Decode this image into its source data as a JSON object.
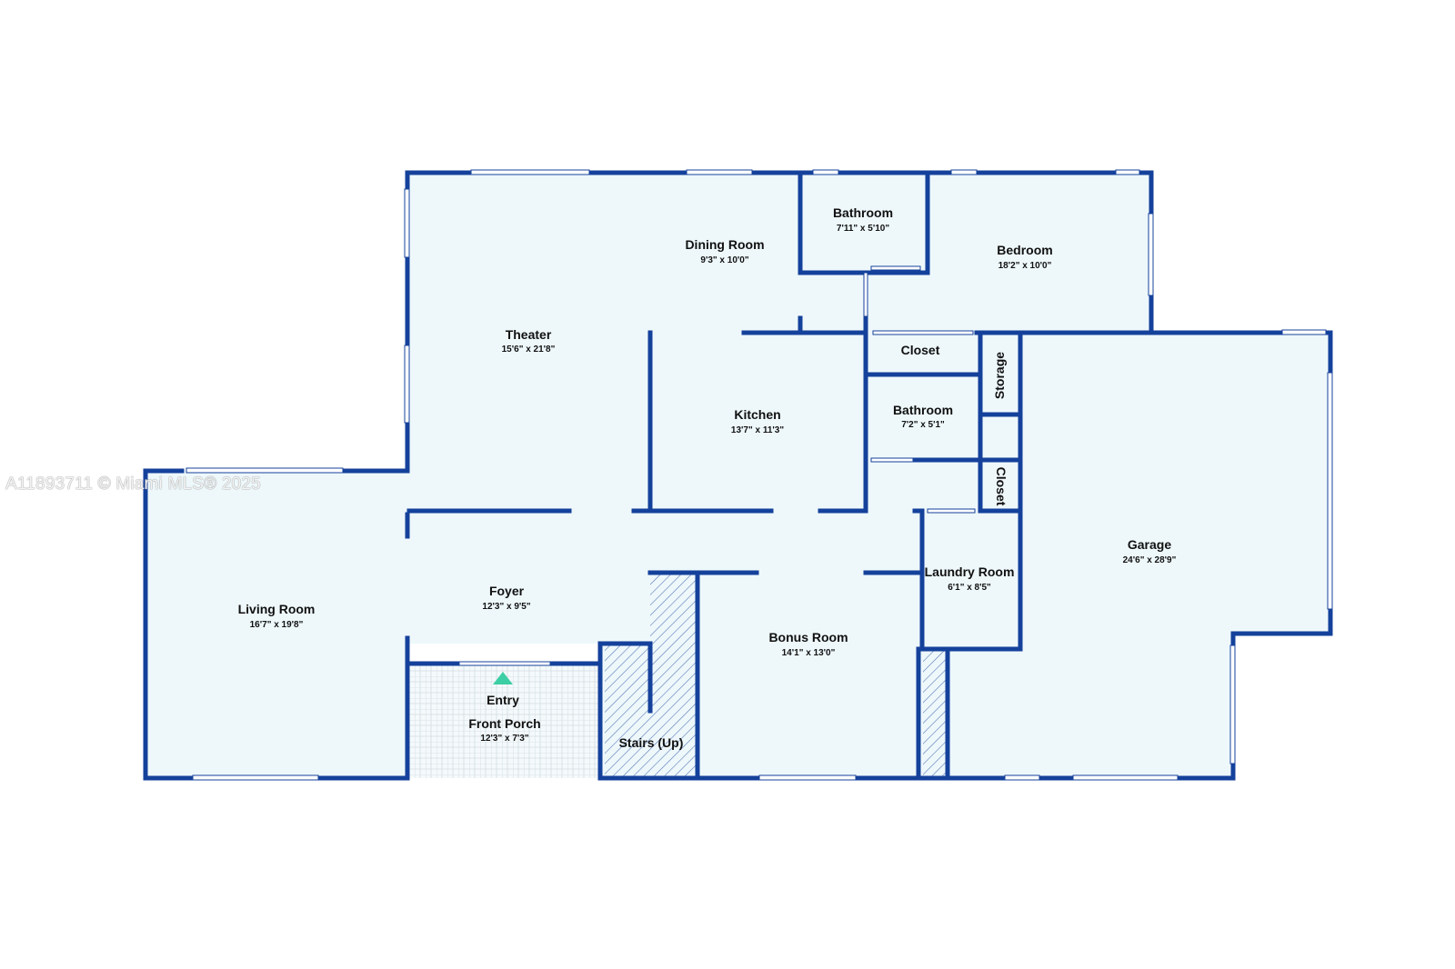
{
  "watermark": "A11893711 © Miami MLS® 2025",
  "colors": {
    "wall": "#14419b",
    "floor": "#eef8fb",
    "window": "#ffffff",
    "entry_marker": "#3ccfa5"
  },
  "rooms": {
    "theater": {
      "name": "Theater",
      "dim": "15'6\" x 21'8\""
    },
    "dining": {
      "name": "Dining Room",
      "dim": "9'3\" x 10'0\""
    },
    "bath1": {
      "name": "Bathroom",
      "dim": "7'11\" x 5'10\""
    },
    "bedroom": {
      "name": "Bedroom",
      "dim": "18'2\" x 10'0\""
    },
    "closet1": {
      "name": "Closet"
    },
    "storage": {
      "name": "Storage"
    },
    "kitchen": {
      "name": "Kitchen",
      "dim": "13'7\" x 11'3\""
    },
    "bath2": {
      "name": "Bathroom",
      "dim": "7'2\" x 5'1\""
    },
    "closet2": {
      "name": "Closet"
    },
    "garage": {
      "name": "Garage",
      "dim": "24'6\" x 28'9\""
    },
    "laundry": {
      "name": "Laundry Room",
      "dim": "6'1\" x 8'5\""
    },
    "living": {
      "name": "Living Room",
      "dim": "16'7\" x 19'8\""
    },
    "foyer": {
      "name": "Foyer",
      "dim": "12'3\" x 9'5\""
    },
    "bonus": {
      "name": "Bonus Room",
      "dim": "14'1\" x 13'0\""
    },
    "entry": {
      "name": "Entry"
    },
    "porch": {
      "name": "Front Porch",
      "dim": "12'3\" x 7'3\""
    },
    "stairs": {
      "name": "Stairs (Up)"
    }
  }
}
